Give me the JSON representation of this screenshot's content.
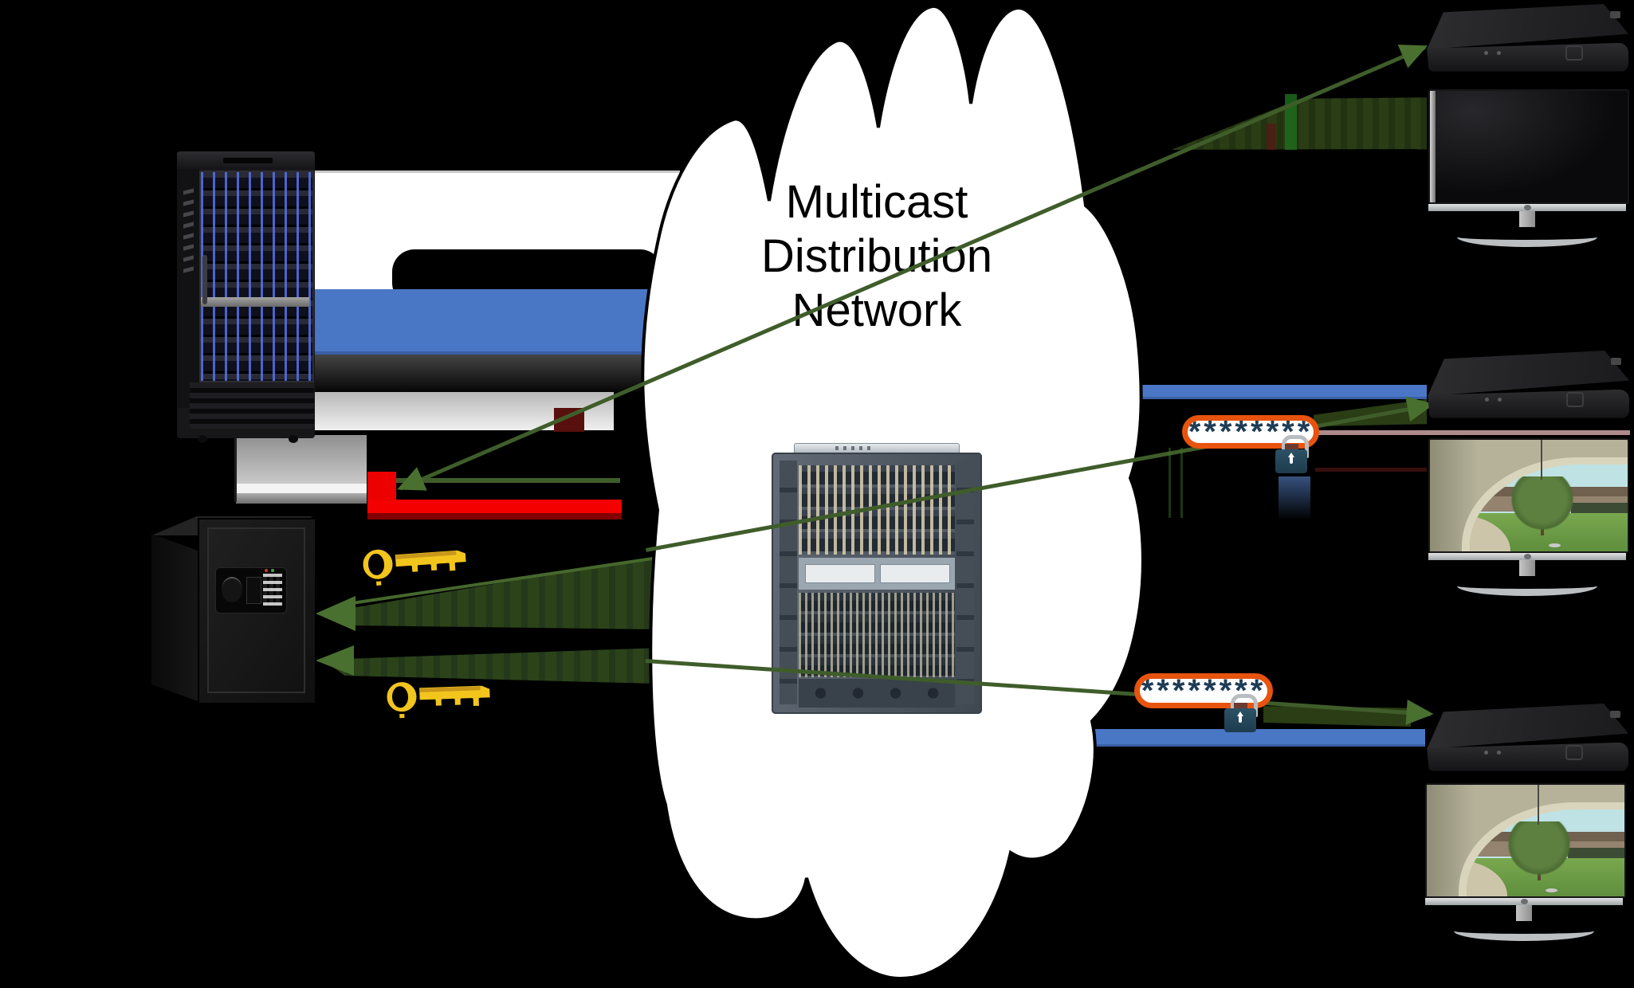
{
  "cloud": {
    "line1": "Multicast",
    "line2": "Distribution",
    "line3": "Network"
  },
  "passwords": {
    "middle": "********",
    "bottom": "********"
  },
  "colors": {
    "background": "#000000",
    "content_band_blue": "#4a76c6",
    "multicast_green": "#3f5d2a",
    "pirate_red": "#f40000",
    "password_border_orange": "#e8530e",
    "password_text_navy": "#1e3c55",
    "key_gold": "#f2c51d",
    "cloud_fill": "#ffffff"
  },
  "icons": {
    "server_rack": "server-rack",
    "key_safe": "electronic-safe",
    "gold_key": "key",
    "padlock": "lock",
    "switch_chassis": "router-chassis",
    "set_top_box": "stb",
    "television": "tv",
    "cloud": "network-cloud"
  }
}
